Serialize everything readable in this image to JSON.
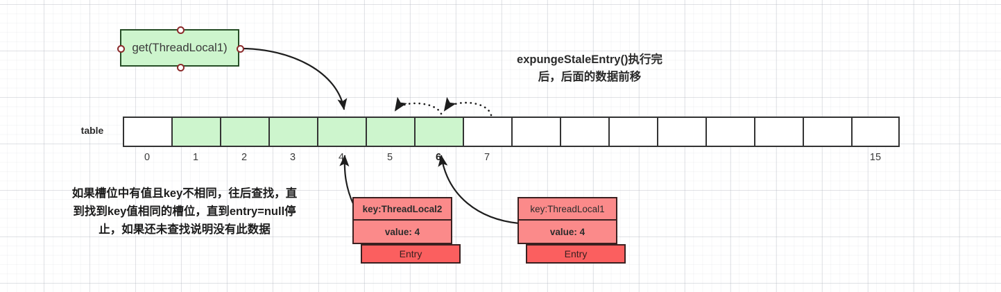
{
  "canvas": {
    "grid": "light-square-grid",
    "background": "#ffffff"
  },
  "heading": {
    "line1": "expungeStaleEntry()执行完",
    "line2": "后，后面的数据前移"
  },
  "get_box": {
    "label": "get(ThreadLocal1)",
    "fill": "#cdf5cd",
    "border": "#264d26",
    "handle_color": "#8b2a2a"
  },
  "table": {
    "label": "table",
    "cell_count": 16,
    "filled_indexes": [
      1,
      2,
      3,
      4,
      5,
      6
    ],
    "fill_color": "#cdf5cd",
    "empty_color": "#ffffff",
    "indexes": [
      "0",
      "1",
      "2",
      "3",
      "4",
      "5",
      "6",
      "7",
      "",
      "",
      "",
      "",
      "",
      "",
      "",
      "15"
    ],
    "bold_index": "6"
  },
  "note": {
    "line1": "如果槽位中有值且key不相同，往后查找，直",
    "line2": "到找到key值相同的槽位，直到entry=null停",
    "line3": "止，如果还未查找说明没有此数据"
  },
  "entries": [
    {
      "key": "key:ThreadLocal2",
      "value": "value: 4",
      "tag": "Entry",
      "key_bold": true,
      "fill": "#fb8a8a",
      "tag_fill": "#fb5f5f"
    },
    {
      "key": "key:ThreadLocal1",
      "value": "value: 4",
      "tag": "Entry",
      "key_bold": false,
      "fill": "#fb8a8a",
      "tag_fill": "#fb5f5f"
    }
  ],
  "connectors": {
    "get_to_slot4": "solid-curved-arrow",
    "entry2_to_slot4": "solid-curved-arrow",
    "entry1_to_slot6": "solid-curved-arrow",
    "shift_6_to_5": "dotted-arc-arrow",
    "shift_7_to_6": "dotted-arc-arrow"
  }
}
